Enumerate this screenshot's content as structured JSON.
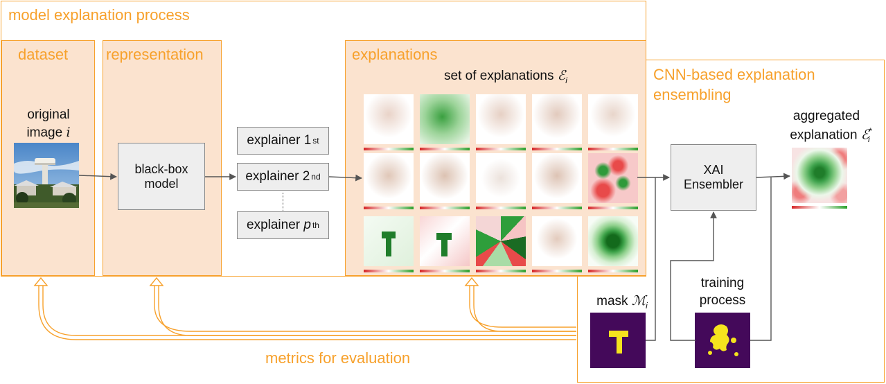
{
  "regions": {
    "process": "model explanation process",
    "dataset": "dataset",
    "representation": "representation",
    "explanations": "explanations",
    "ensembling_line1": "CNN-based explanation",
    "ensembling_line2": "ensembling"
  },
  "original_image": {
    "line1": "original",
    "line2": "image",
    "symbol": "i"
  },
  "model": {
    "line1": "black-box",
    "line2": "model"
  },
  "explainers": [
    {
      "label": "explainer 1",
      "sup": "st"
    },
    {
      "label": "explainer 2",
      "sup": "nd"
    },
    {
      "label": "explainer",
      "var": "p",
      "sup": "th"
    }
  ],
  "set_of_explanations": {
    "label": "set of explanations",
    "symbol": "ℰ",
    "sub": "i"
  },
  "ensembler": {
    "line1": "XAI",
    "line2": "Ensembler"
  },
  "aggregated": {
    "line1": "aggregated",
    "line2": "explanation",
    "symbol": "ℰ",
    "sub": "i",
    "sup": "*"
  },
  "mask": {
    "label": "mask",
    "symbol": "ℳ",
    "sub": "i"
  },
  "training": {
    "line1": "training",
    "line2": "process"
  },
  "metrics": "metrics for evaluation",
  "colors": {
    "accent": "#f7a12c",
    "panel": "#fbe3cf",
    "box": "#eeeeee",
    "mask_bg": "#44095a",
    "mask_fg": "#f5e31e"
  }
}
